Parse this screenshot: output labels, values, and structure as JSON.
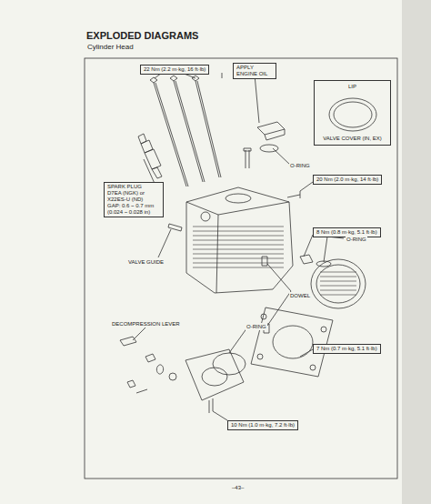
{
  "diagram": {
    "title": "EXPLODED DIAGRAMS",
    "nodes": [
      {
        "text": [
          "22 Nm (2.2 m·kg, 16 ft·lb)"
        ]
      },
      {
        "text": [
          "APPLY ENGINE OIL"
        ]
      },
      {
        "text": [
          "LIP",
          "VALVE COVER (IN, EX)"
        ]
      },
      {
        "text": [
          "20 Nm (2.0 m·kg, 14 ft·lb)"
        ]
      },
      {
        "text": [
          "SPARK PLUG",
          "D7EA (NGK) or X22ES-U (ND)",
          "GAP: 0.6 ~ 0.7 mm (0.024 ~ 0.028 in)"
        ]
      },
      {
        "text": [
          "8 Nm (0.8 m·kg, 5.1 ft·lb)"
        ]
      },
      {
        "text": [
          "7 Nm (0.7 m·kg, 5.1 ft·lb)"
        ]
      },
      {
        "text": [
          "10 Nm (1.0 m·kg, 7.2 ft·lb)"
        ]
      }
    ],
    "labels": [
      "Cylinder Head",
      "O-RING",
      "VALVE GUIDE",
      "O-RING",
      "DOWEL",
      "DECOMPRESSION LEVER",
      "O-RING",
      "–43–"
    ]
  }
}
